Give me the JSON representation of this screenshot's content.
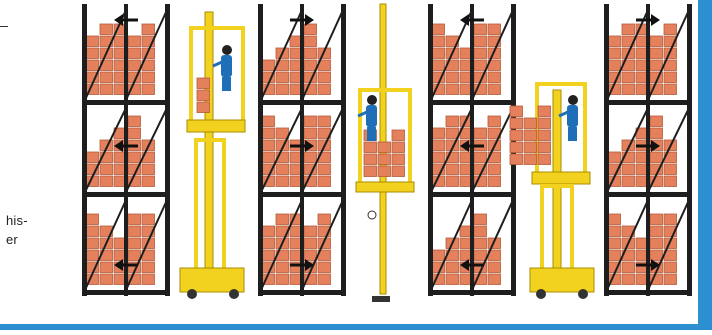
{
  "caption_fragments": {
    "line1": "his-",
    "line2": "er"
  },
  "colors": {
    "rack_frame": "#1e1e1e",
    "box_fill": "#e4815c",
    "box_edge": "#b55a3a",
    "machine_yellow": "#f2d21e",
    "machine_edge": "#a88c00",
    "operator_blue": "#1f6fb8",
    "arrow": "#111111",
    "sea_blue": "#2b8fd0",
    "page_white": "#ffffff"
  },
  "scene": {
    "rack_units": [
      {
        "id": "rack-1",
        "arrows": [
          "left",
          "left",
          "left"
        ]
      },
      {
        "id": "rack-2",
        "arrows": [
          "right",
          "right",
          "right"
        ]
      },
      {
        "id": "rack-3",
        "arrows": [
          "left",
          "left",
          "left"
        ]
      },
      {
        "id": "rack-4",
        "arrows": [
          "right",
          "right",
          "right"
        ]
      }
    ],
    "machines": [
      {
        "id": "order-picker-left",
        "type": "man-up order picker",
        "platform_level": "high"
      },
      {
        "id": "order-picker-center",
        "type": "turret mast picker",
        "platform_level": "middle"
      },
      {
        "id": "order-picker-right",
        "type": "man-up order picker",
        "platform_level": "middle"
      }
    ]
  }
}
